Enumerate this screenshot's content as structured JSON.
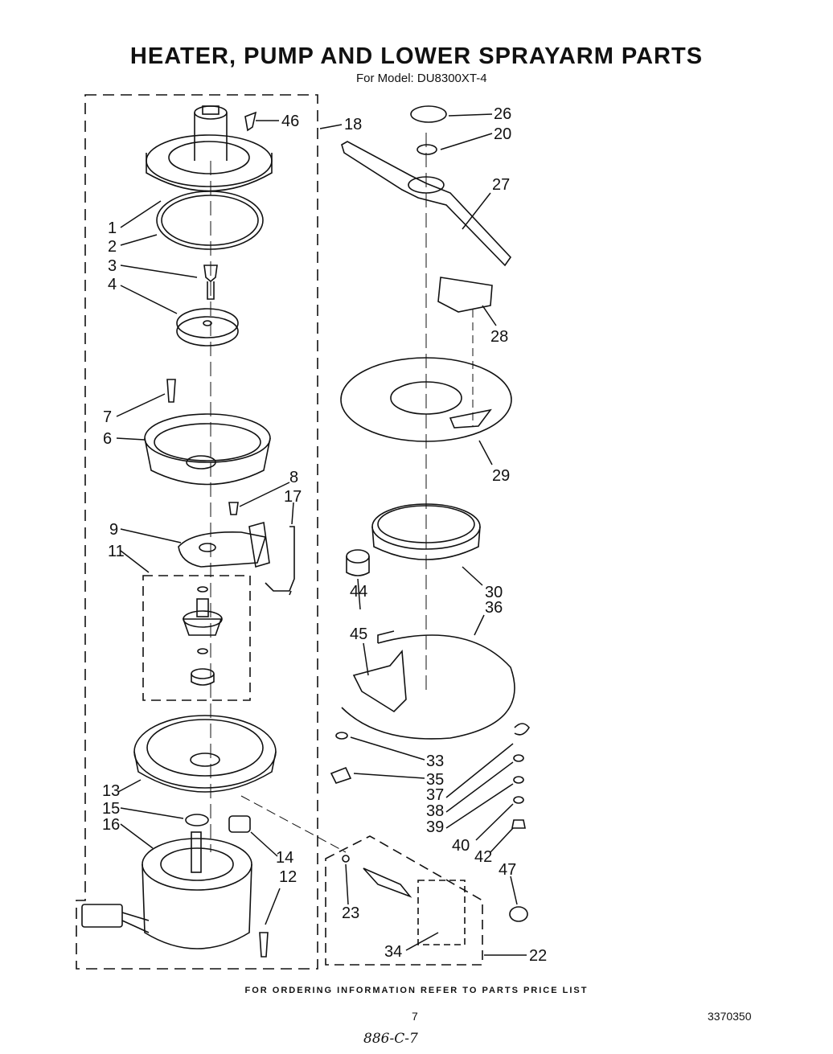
{
  "title": "HEATER, PUMP AND LOWER SPRAYARM PARTS",
  "model": "For Model: DU8300XT-4",
  "footer": "FOR ORDERING INFORMATION REFER TO PARTS PRICE LIST",
  "page_number": "7",
  "document_number": "3370350",
  "handwritten_note": "886-C-7",
  "callouts": [
    "46",
    "18",
    "1",
    "2",
    "3",
    "4",
    "7",
    "6",
    "8",
    "17",
    "9",
    "11",
    "13",
    "15",
    "16",
    "14",
    "12",
    "26",
    "20",
    "27",
    "28",
    "29",
    "30",
    "36",
    "44",
    "45",
    "33",
    "35",
    "37",
    "38",
    "39",
    "40",
    "42",
    "47",
    "23",
    "34",
    "22"
  ]
}
